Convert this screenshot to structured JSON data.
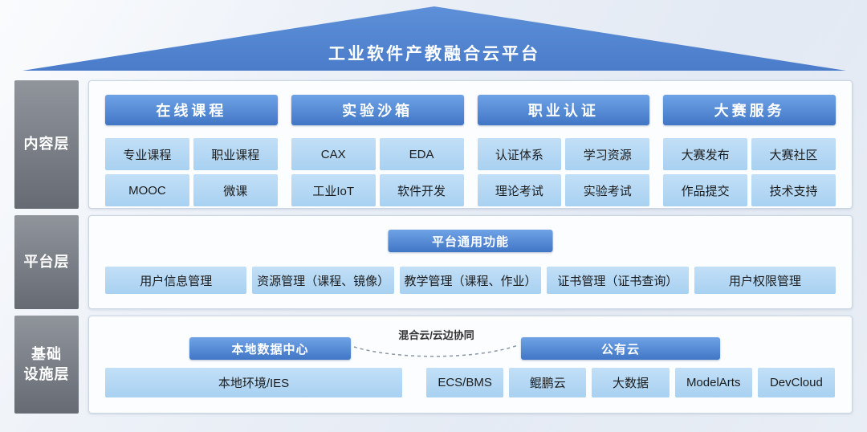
{
  "banner": {
    "title": "工业软件产教融合云平台"
  },
  "sidebar": {
    "content_label": "内容层",
    "platform_label": "平台层",
    "infra_label_line1": "基础",
    "infra_label_line2": "设施层"
  },
  "content_layer": {
    "groups": [
      {
        "header": "在线课程",
        "items": [
          "专业课程",
          "职业课程",
          "MOOC",
          "微课"
        ]
      },
      {
        "header": "实验沙箱",
        "items": [
          "CAX",
          "EDA",
          "工业IoT",
          "软件开发"
        ]
      },
      {
        "header": "职业认证",
        "items": [
          "认证体系",
          "学习资源",
          "理论考试",
          "实验考试"
        ]
      },
      {
        "header": "大赛服务",
        "items": [
          "大赛发布",
          "大赛社区",
          "作品提交",
          "技术支持"
        ]
      }
    ]
  },
  "platform_layer": {
    "header": "平台通用功能",
    "items": [
      "用户信息管理",
      "资源管理（课程、镜像）",
      "教学管理（课程、作业）",
      "证书管理（证书查询）",
      "用户权限管理"
    ]
  },
  "infra_layer": {
    "local_header": "本地数据中心",
    "cloud_header": "公有云",
    "link_label": "混合云/云边协同",
    "local_item": "本地环境/IES",
    "cloud_items": [
      "ECS/BMS",
      "鲲鹏云",
      "大数据",
      "ModelArts",
      "DevCloud"
    ]
  },
  "colors": {
    "banner_blue": "#4a7cca",
    "header_blue": "#4176c6",
    "cell_blue": "#a8d1f1",
    "sidebar_gray": "#75797f"
  }
}
